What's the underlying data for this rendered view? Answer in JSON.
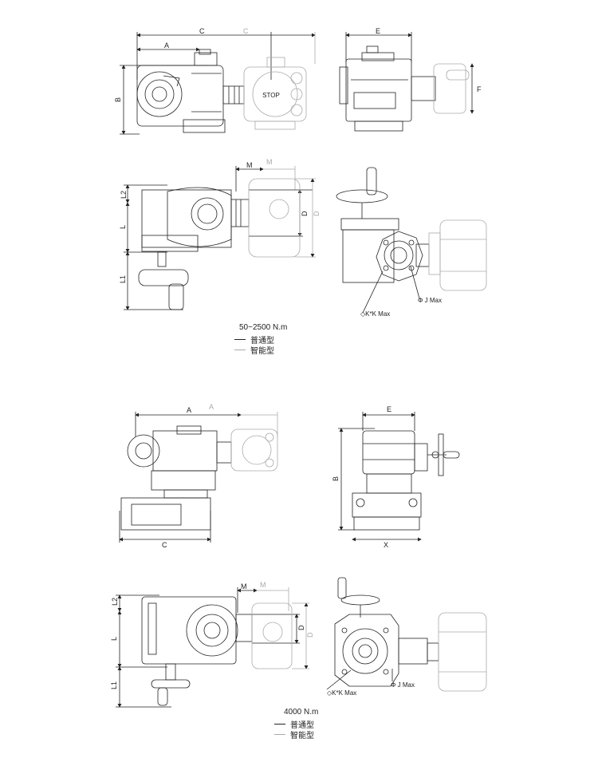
{
  "section_top": {
    "torque": "50~2500 N.m",
    "legend": [
      {
        "label": "普通型",
        "style": "dark"
      },
      {
        "label": "智能型",
        "style": "light"
      }
    ],
    "front_view": {
      "dim_a": "A",
      "dim_c": "C",
      "dim_c_smart": "C",
      "dim_b": "B"
    },
    "side_view": {
      "dim_e": "E",
      "dim_f": "F"
    },
    "top_view": {
      "dim_m": "M",
      "dim_m_smart": "M",
      "dim_l2": "L2",
      "dim_l": "L",
      "dim_l1": "L1",
      "dim_d": "D",
      "dim_d_smart": "D"
    },
    "iso_view": {
      "dim_j": "Φ J Max",
      "dim_k": "◇K*K Max"
    }
  },
  "section_bottom": {
    "torque": "4000 N.m",
    "legend": [
      {
        "label": "普通型",
        "style": "dark"
      },
      {
        "label": "智能型",
        "style": "light"
      }
    ],
    "front_view": {
      "dim_a": "A",
      "dim_a_smart": "A",
      "dim_c": "C"
    },
    "side_view": {
      "dim_e": "E",
      "dim_b": "B",
      "dim_x": "X"
    },
    "top_view": {
      "dim_m": "M",
      "dim_m_smart": "M",
      "dim_l2": "L2",
      "dim_l": "L",
      "dim_l1": "L1",
      "dim_d": "D",
      "dim_d_smart": "D"
    },
    "iso_view": {
      "dim_j": "Φ J Max",
      "dim_k": "◇K*K Max"
    }
  },
  "colors": {
    "line": "#222222",
    "smart_line": "#aaaaaa",
    "background": "#ffffff"
  }
}
